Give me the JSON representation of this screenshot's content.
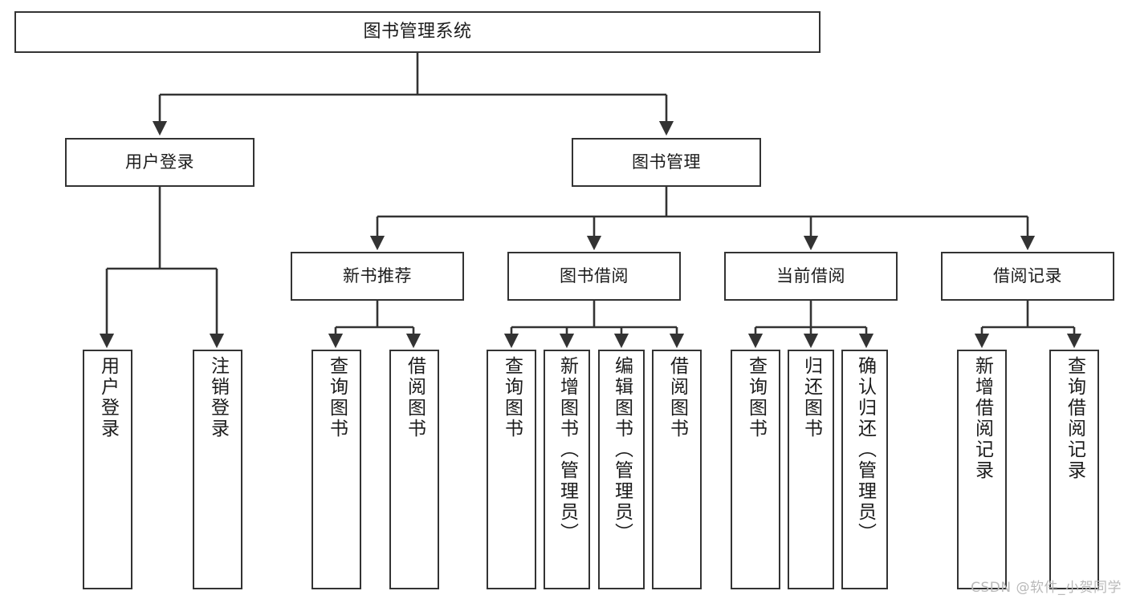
{
  "diagram": {
    "title": "图书管理系统",
    "watermark": "CSDN @软件_小贺同学",
    "style": {
      "border_color": "#333333",
      "background": "#ffffff",
      "text_color": "#1b1b1b",
      "watermark_color": "#b9b9b9"
    },
    "root": {
      "label": "图书管理系统"
    },
    "level2": [
      {
        "id": "user-login",
        "label": "用户登录"
      },
      {
        "id": "book-management",
        "label": "图书管理"
      }
    ],
    "level3": [
      {
        "id": "new-book-recommend",
        "label": "新书推荐",
        "parent": "book-management"
      },
      {
        "id": "book-borrow",
        "label": "图书借阅",
        "parent": "book-management"
      },
      {
        "id": "current-borrow",
        "label": "当前借阅",
        "parent": "book-management"
      },
      {
        "id": "borrow-record",
        "label": "借阅记录",
        "parent": "book-management"
      }
    ],
    "leaves": [
      {
        "id": "leaf-user-login",
        "label": "用户登录",
        "parent": "user-login"
      },
      {
        "id": "leaf-logout-login",
        "label": "注销登录",
        "parent": "user-login"
      },
      {
        "id": "leaf-query-book-1",
        "label": "查询图书",
        "parent": "new-book-recommend"
      },
      {
        "id": "leaf-borrow-book-1",
        "label": "借阅图书",
        "parent": "new-book-recommend"
      },
      {
        "id": "leaf-query-book-2",
        "label": "查询图书",
        "parent": "book-borrow"
      },
      {
        "id": "leaf-add-book",
        "label": "新增图书（管理员）",
        "parent": "book-borrow"
      },
      {
        "id": "leaf-edit-book",
        "label": "编辑图书（管理员）",
        "parent": "book-borrow"
      },
      {
        "id": "leaf-borrow-book-2",
        "label": "借阅图书",
        "parent": "book-borrow"
      },
      {
        "id": "leaf-query-book-3",
        "label": "查询图书",
        "parent": "current-borrow"
      },
      {
        "id": "leaf-return-book",
        "label": "归还图书",
        "parent": "current-borrow"
      },
      {
        "id": "leaf-confirm-return",
        "label": "确认归还（管理员）",
        "parent": "current-borrow"
      },
      {
        "id": "leaf-add-record",
        "label": "新增借阅记录",
        "parent": "borrow-record"
      },
      {
        "id": "leaf-query-record",
        "label": "查询借阅记录",
        "parent": "borrow-record"
      }
    ]
  }
}
